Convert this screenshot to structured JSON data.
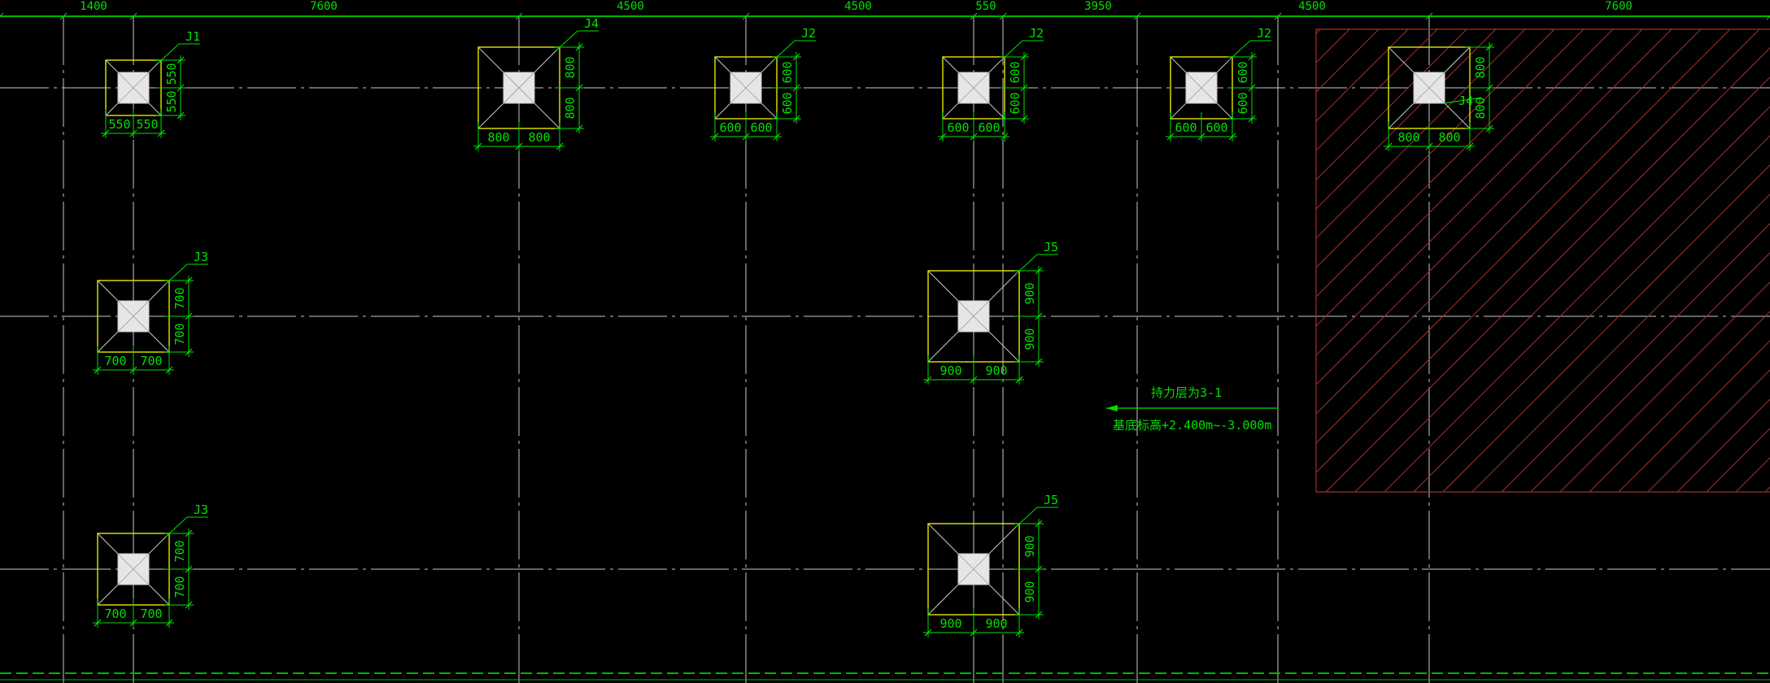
{
  "colors": {
    "background": "#000000",
    "axis": "#c8c8c8",
    "dim": "#00e000",
    "footing": "#e6e600",
    "column": "#e6e6e6",
    "hatch": "#a03030",
    "border": "#00b400"
  },
  "top_dims": [
    "1400",
    "7600",
    "4500",
    "4500",
    "550",
    "3950",
    "4500",
    "7600"
  ],
  "footings": [
    {
      "id": "J1",
      "dim_a": "550",
      "dim_b": "550"
    },
    {
      "id": "J4",
      "dim_a": "800",
      "dim_b": "800"
    },
    {
      "id": "J2",
      "dim_a": "600",
      "dim_b": "600"
    },
    {
      "id": "J2",
      "dim_a": "600",
      "dim_b": "600"
    },
    {
      "id": "J2",
      "dim_a": "600",
      "dim_b": "600"
    },
    {
      "id": "J4",
      "dim_a": "800",
      "dim_b": "800"
    },
    {
      "id": "J3",
      "dim_a": "700",
      "dim_b": "700"
    },
    {
      "id": "J5",
      "dim_a": "900",
      "dim_b": "900"
    },
    {
      "id": "J3",
      "dim_a": "700",
      "dim_b": "700"
    },
    {
      "id": "J5",
      "dim_a": "900",
      "dim_b": "900"
    }
  ],
  "note": {
    "line1": "持力层为3-1",
    "line2": "基底标高+2.400m~-3.000m"
  }
}
